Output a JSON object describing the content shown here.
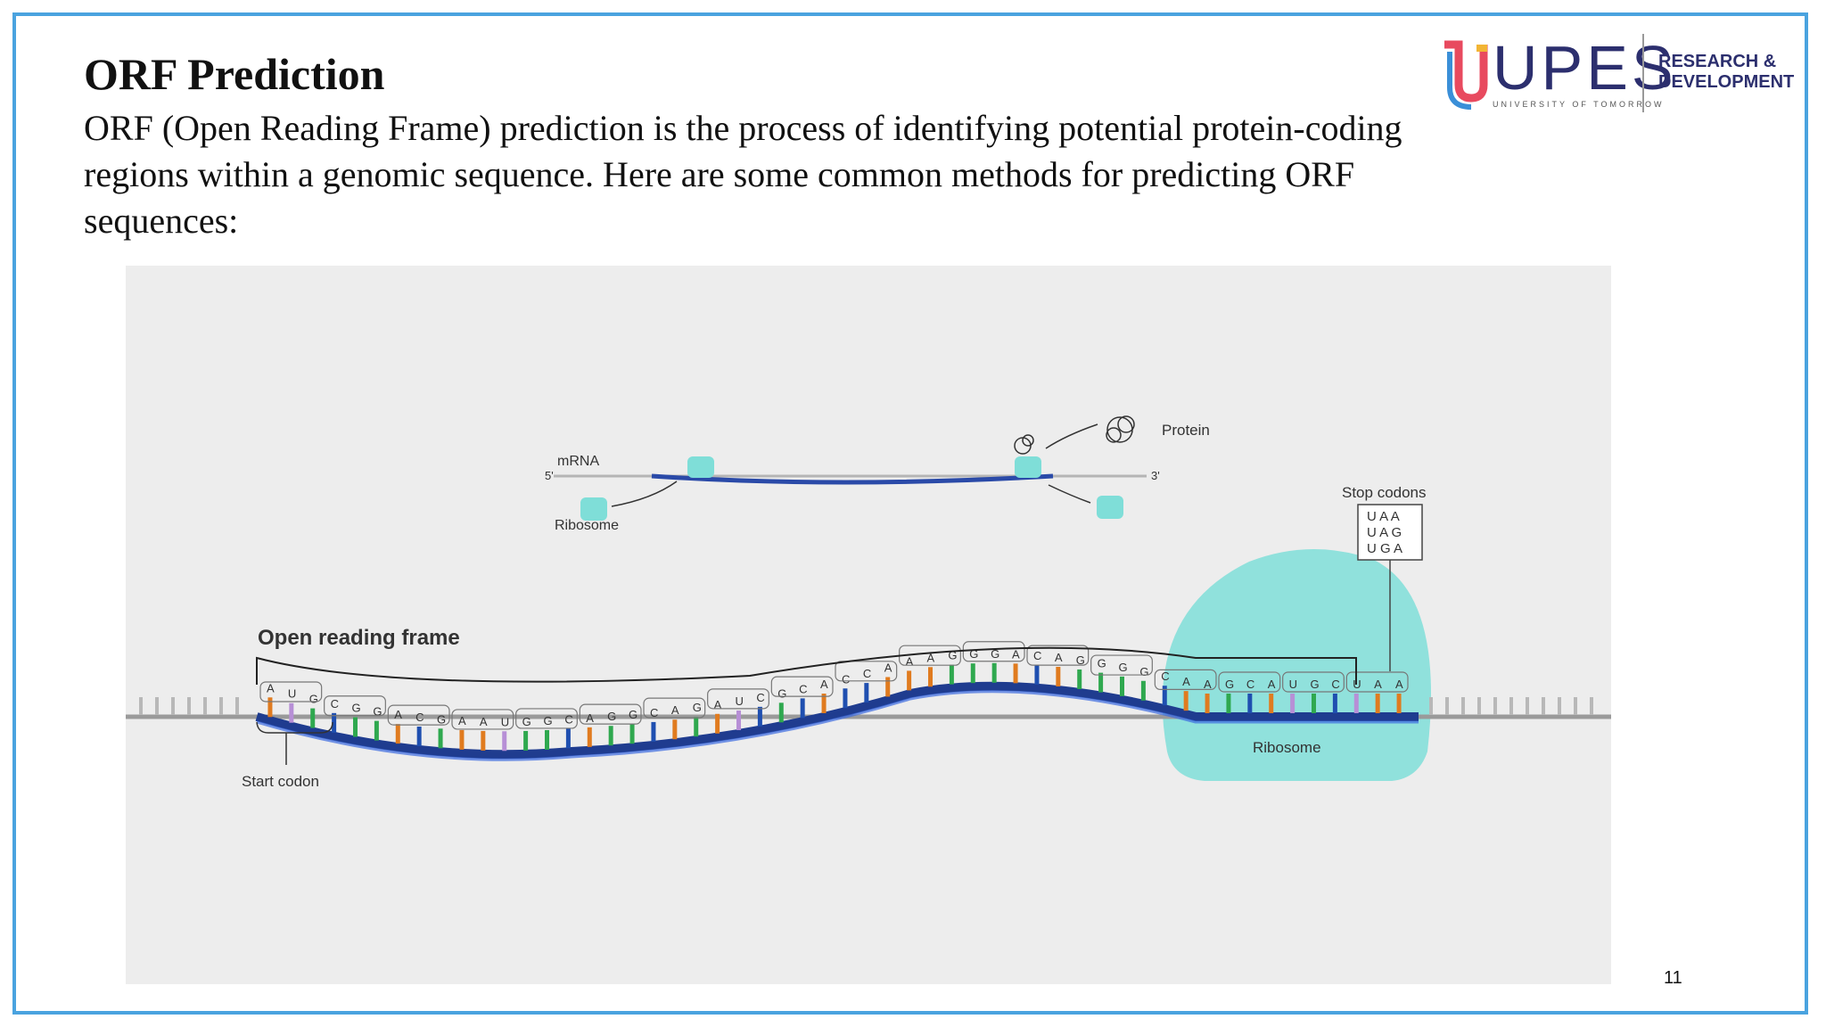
{
  "slide": {
    "title": "ORF Prediction",
    "body": "ORF (Open Reading Frame) prediction is the process of identifying potential protein-coding regions within a genomic sequence. Here are some common methods for predicting ORF sequences:",
    "page_number": "11",
    "border_color": "#4aa3df"
  },
  "logo": {
    "wordmark": "UPES",
    "tagline": "UNIVERSITY OF TOMORROW",
    "division_line1": "RESEARCH &",
    "division_line2": "DEVELOPMENT"
  },
  "figure": {
    "top_diagram": {
      "mrna_label": "mRNA",
      "five_prime": "5'",
      "three_prime": "3'",
      "ribosome_label": "Ribosome",
      "protein_label": "Protein"
    },
    "orf_heading": "Open reading frame",
    "start_codon_label": "Start codon",
    "stop_codons_label": "Stop codons",
    "stop_codons": [
      "U A A",
      "U A G",
      "U G A"
    ],
    "ribosome_label": "Ribosome",
    "codons": [
      "AUG",
      "CGG",
      "ACG",
      "AAU",
      "GGC",
      "AGG",
      "CAG",
      "AUC",
      "GCA",
      "CCA",
      "AAG",
      "GGA",
      "CAG",
      "GGG",
      "CAA",
      "GCA",
      "UGC",
      "UAA"
    ],
    "colors": {
      "ribosome": "#7fded8",
      "backbone": "#1f3c8f",
      "A": "#e07b1f",
      "U": "#b78fd6",
      "G": "#2fa84f",
      "C": "#1f4fb0"
    }
  }
}
